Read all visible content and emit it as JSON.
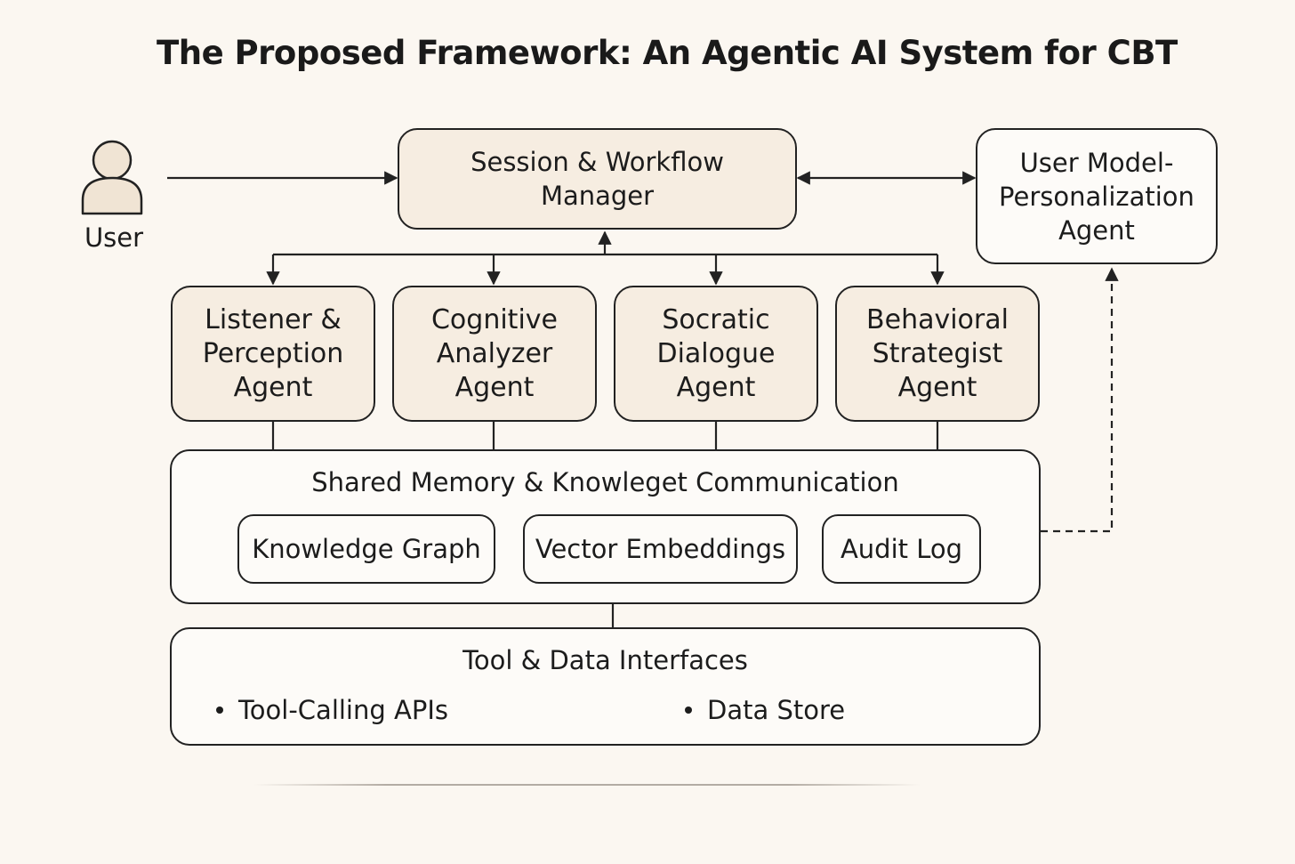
{
  "title": "The Proposed Framework: An Agentic AI System for CBT",
  "user": {
    "label": "User",
    "icon": "user-person-icon"
  },
  "session_manager": {
    "label": "Session & Workflow\nManager"
  },
  "user_model_agent": {
    "label": "User Model-\nPersonalization\nAgent"
  },
  "agents": [
    {
      "label": "Listener &\nPerception\nAgent"
    },
    {
      "label": "Cognitive\nAnalyzer\nAgent"
    },
    {
      "label": "Socratic\nDialogue\nAgent"
    },
    {
      "label": "Behavioral\nStrategist\nAgent"
    }
  ],
  "shared_memory": {
    "title": "Shared Memory & Knowleget Communication",
    "components": [
      "Knowledge Graph",
      "Vector Embeddings",
      "Audit Log"
    ]
  },
  "interfaces": {
    "title": "Tool & Data Interfaces",
    "items": [
      "Tool-Calling APIs",
      "Data Store"
    ]
  },
  "colors": {
    "background": "#fbf7f1",
    "box_tan": "#f6ede1",
    "box_white": "#fdfbf8",
    "stroke": "#222222"
  }
}
